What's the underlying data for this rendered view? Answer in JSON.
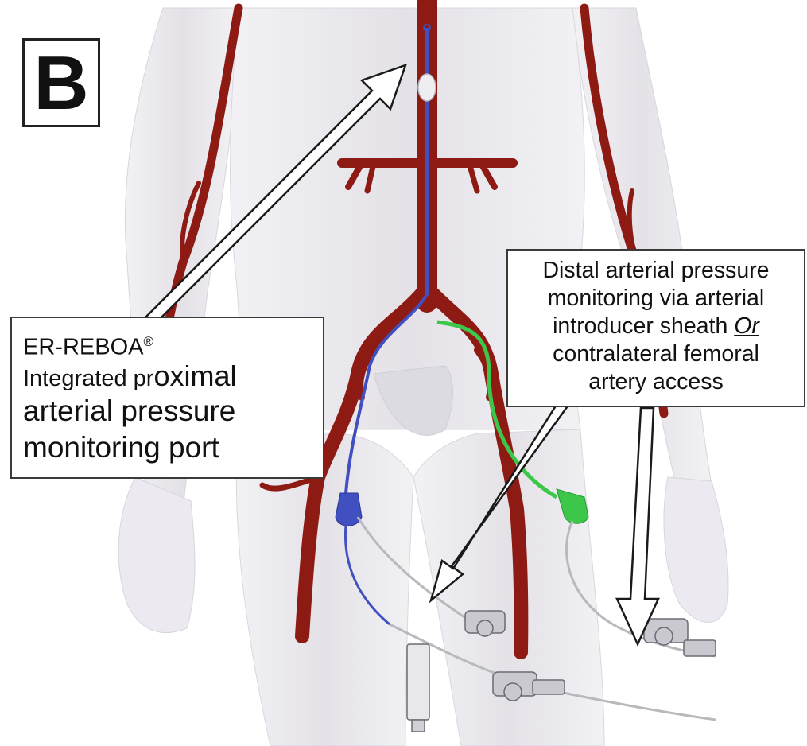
{
  "panel_label": "B",
  "proximal_label": {
    "line1": "ER-REBOA",
    "line1_mark": "®",
    "line2_small": "Integrated pr",
    "line2_large": "oximal",
    "line3": "arterial pressure",
    "line4": "monitoring port"
  },
  "distal_label": {
    "line1": "Distal arterial pressure",
    "line2": "monitoring via  arterial",
    "line3_pre": "introducer sheath ",
    "line3_emph": "Or",
    "line4": "contralateral femoral",
    "line5": "artery access"
  },
  "colors": {
    "artery": "#8e1a14",
    "body": "#e6e4e8",
    "catheter_blue": "#4050c0",
    "catheter_green": "#3cc64a",
    "arrow_fill": "#ffffff",
    "arrow_stroke": "#1a1a1a",
    "tubing": "#b9b9bd"
  }
}
